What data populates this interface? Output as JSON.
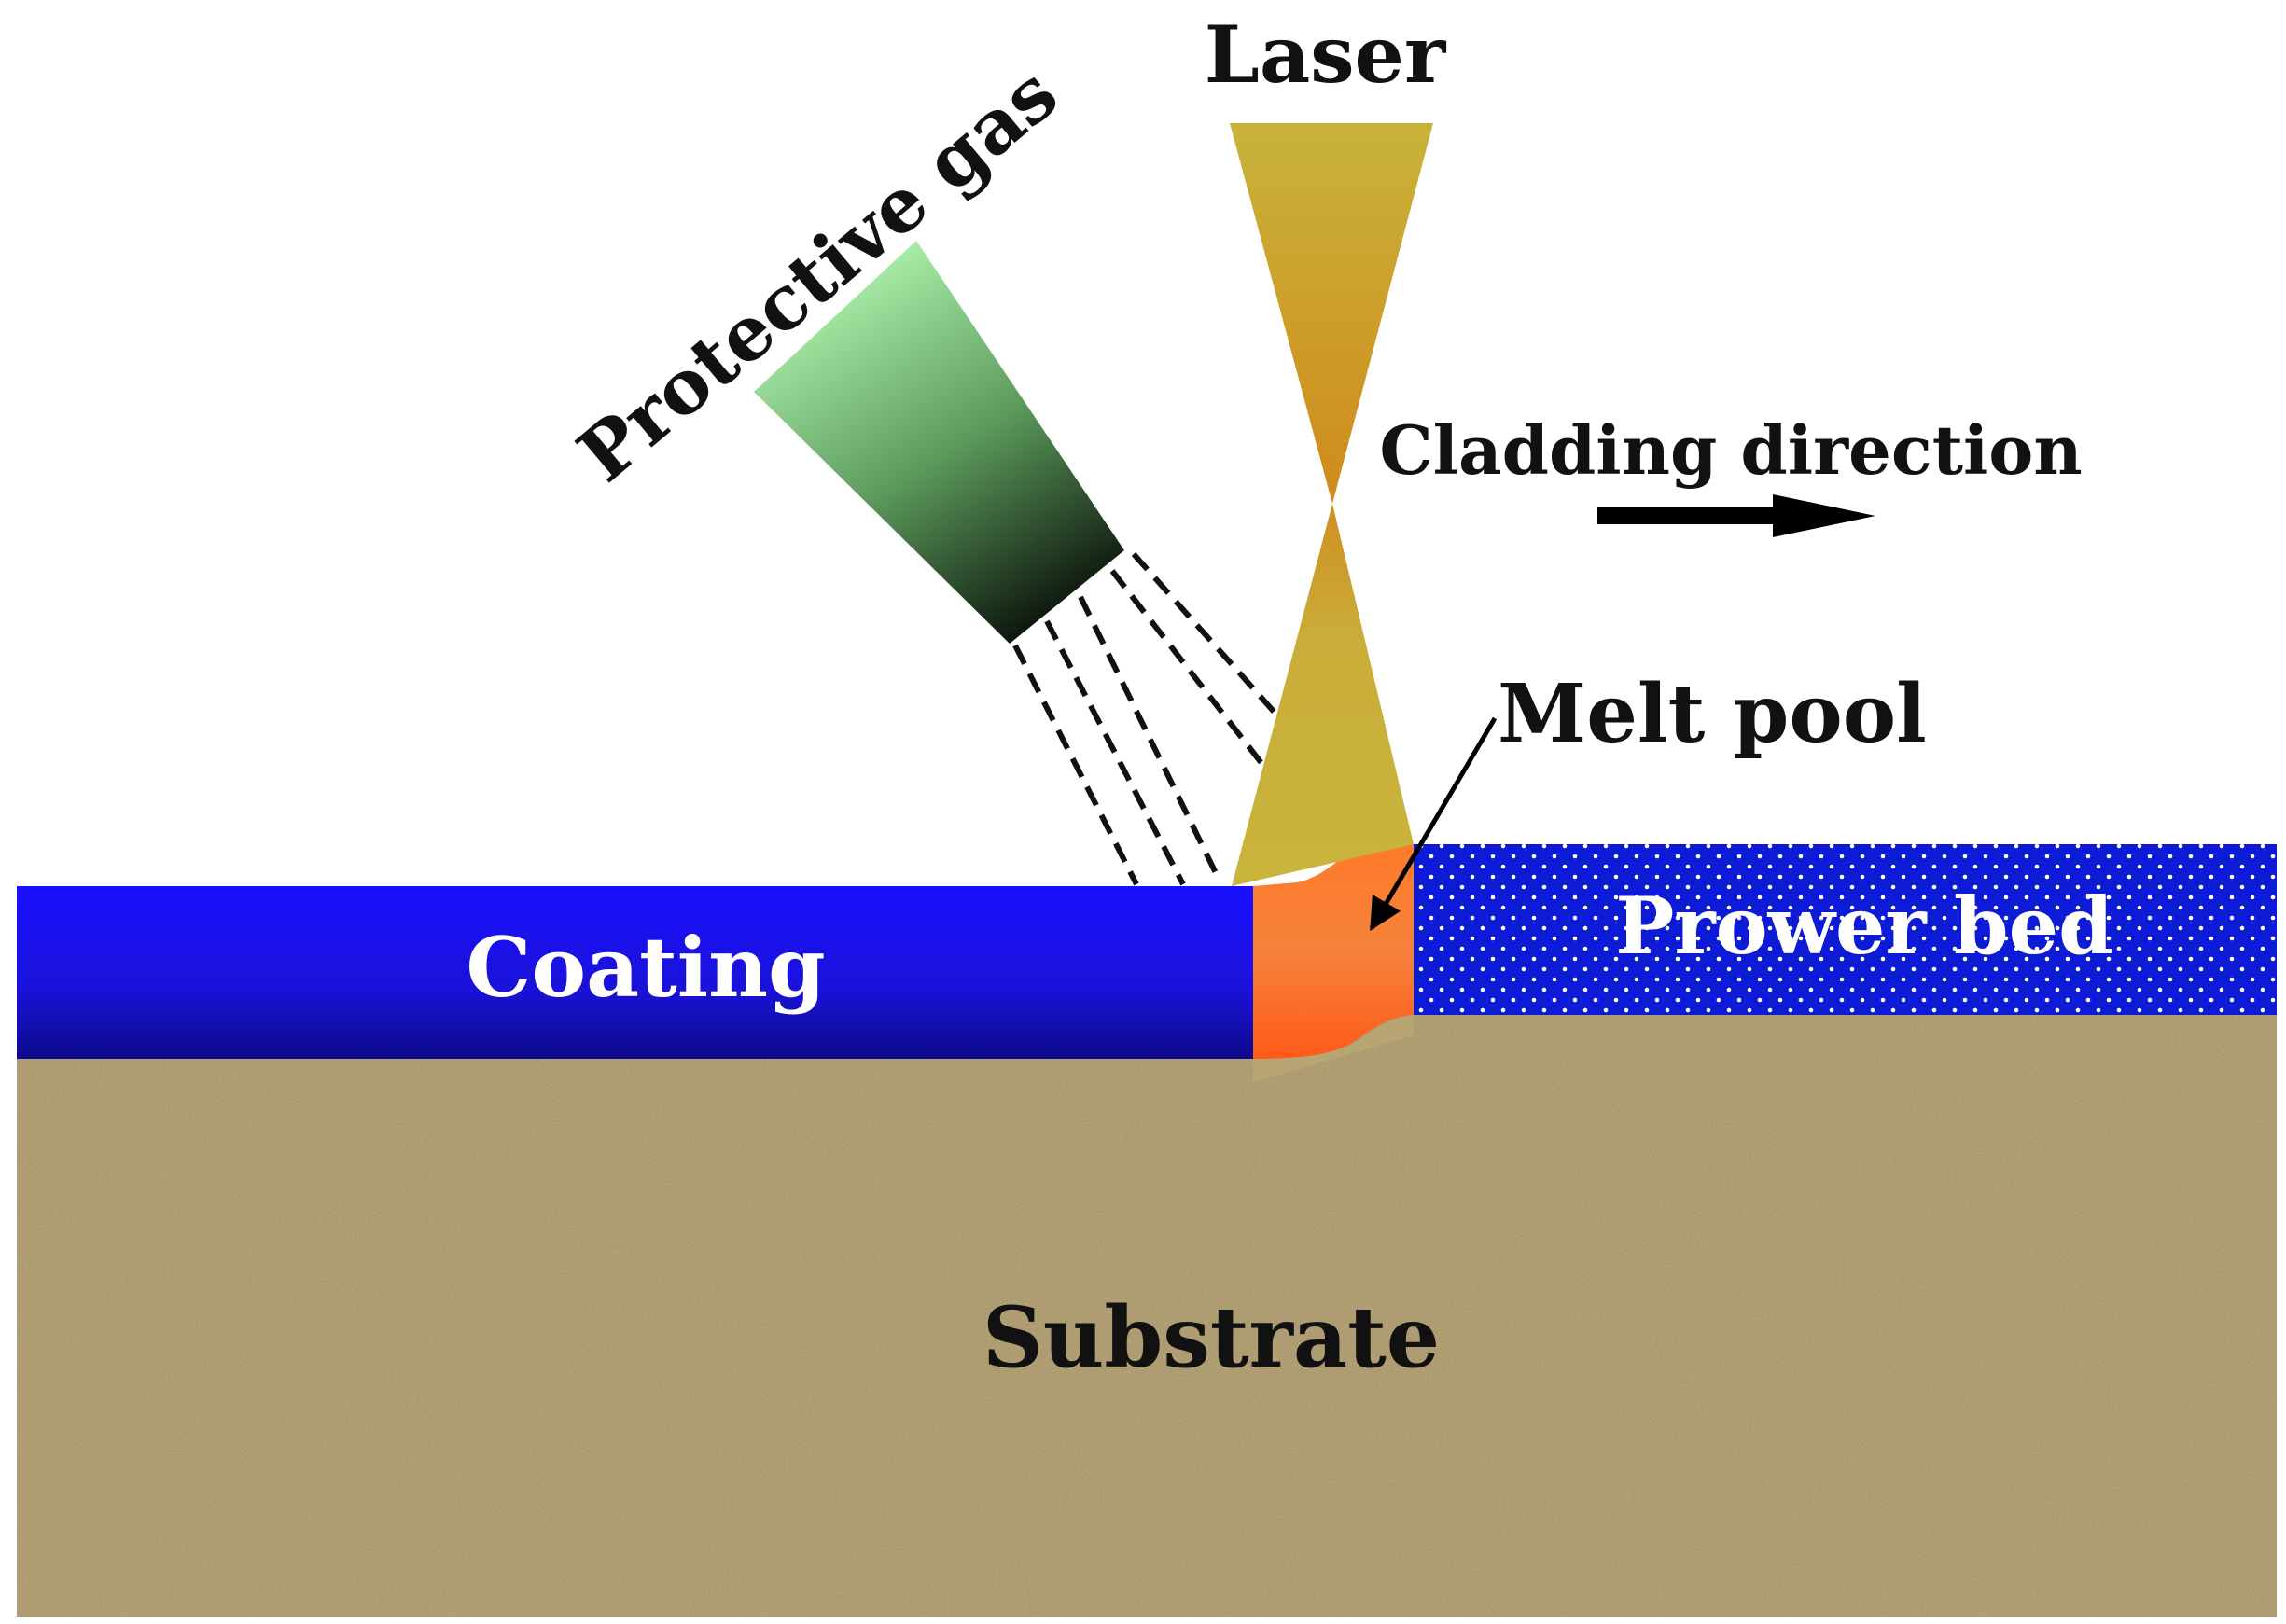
{
  "labels": {
    "laser": "Laser",
    "protective_gas": "Protective gas",
    "cladding_direction": "Cladding direction",
    "melt_pool": "Melt pool",
    "coating": "Coating",
    "powder_bed": "Prower bed",
    "substrate": "Substrate"
  },
  "colors": {
    "laser": "#c9ad3a",
    "coating": "#1a12e0",
    "powder_bed": "#0d1bd6",
    "melt_pool": "#f07a34",
    "substrate": "#b9a574",
    "nozzle_top": "#a6eba6",
    "nozzle_bottom": "#101a10"
  },
  "icons": {
    "direction_arrow": "right-arrow-icon",
    "melt_pool_pointer": "pointer-arrow-icon"
  }
}
